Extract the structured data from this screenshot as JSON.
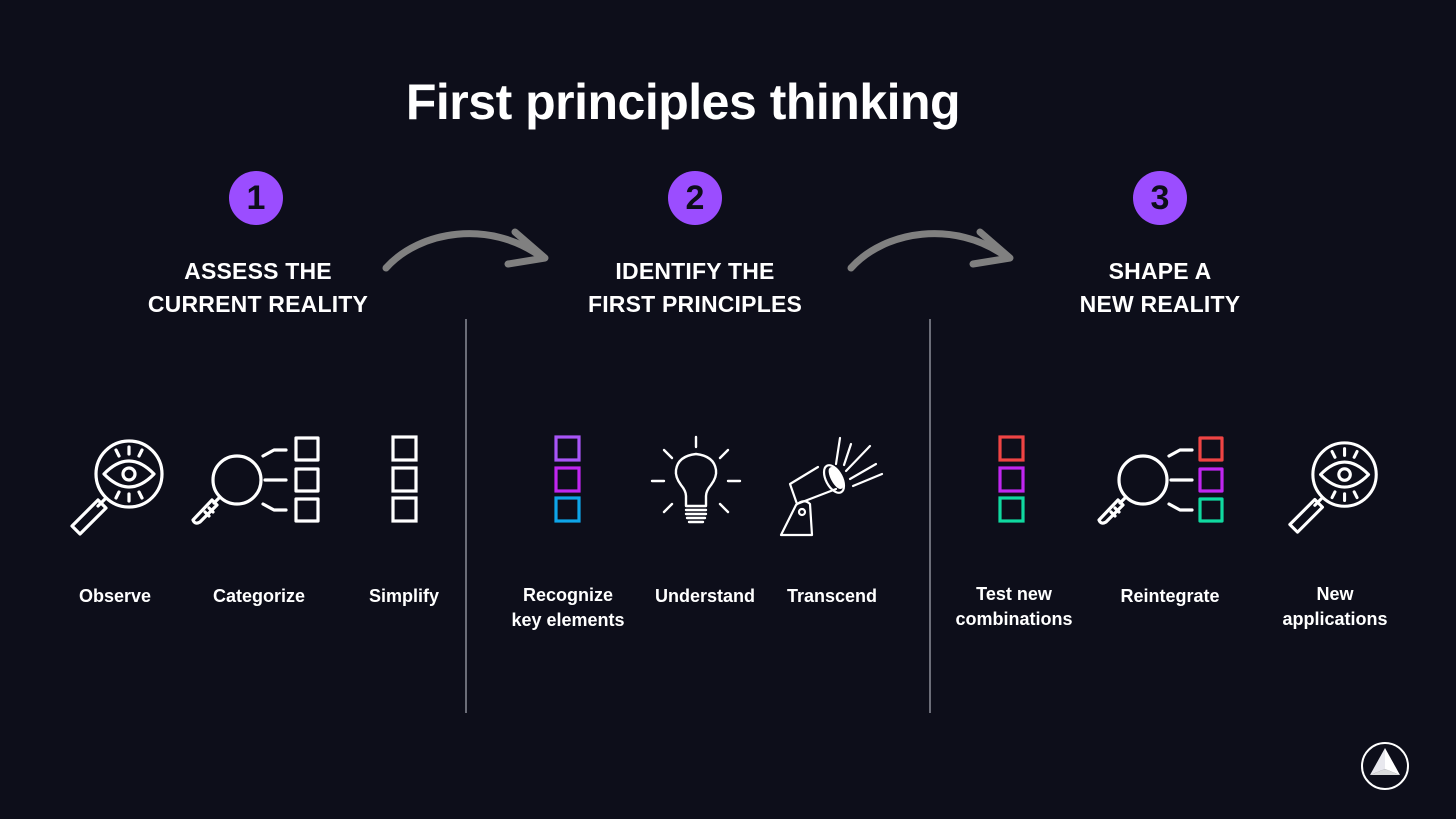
{
  "title": "First principles thinking",
  "colors": {
    "background": "#0d0e1a",
    "badge": "#9b4dff",
    "arrow": "#808080",
    "divider": "#6b6d78",
    "purple_square": "#a855f7",
    "magenta_square": "#c026f0",
    "blue_square": "#0ea5e9",
    "red_square": "#ef4444",
    "teal_square": "#10d9a0"
  },
  "steps": [
    {
      "number": "1",
      "title_line1": "ASSESS THE",
      "title_line2": "CURRENT REALITY",
      "items": [
        {
          "icon": "eye-magnifier-icon",
          "label_line1": "Observe",
          "label_line2": ""
        },
        {
          "icon": "magnifier-categories-icon",
          "label_line1": "Categorize",
          "label_line2": ""
        },
        {
          "icon": "stacked-squares-icon",
          "label_line1": "Simplify",
          "label_line2": ""
        }
      ]
    },
    {
      "number": "2",
      "title_line1": "IDENTIFY THE",
      "title_line2": "FIRST PRINCIPLES",
      "items": [
        {
          "icon": "colored-squares-icon",
          "label_line1": "Recognize",
          "label_line2": "key elements"
        },
        {
          "icon": "lightbulb-icon",
          "label_line1": "Understand",
          "label_line2": ""
        },
        {
          "icon": "spotlight-icon",
          "label_line1": "Transcend",
          "label_line2": ""
        }
      ]
    },
    {
      "number": "3",
      "title_line1": "SHAPE A",
      "title_line2": "NEW REALITY",
      "items": [
        {
          "icon": "colored-squares-icon",
          "label_line1": "Test new",
          "label_line2": "combinations"
        },
        {
          "icon": "magnifier-categories-colored-icon",
          "label_line1": "Reintegrate",
          "label_line2": ""
        },
        {
          "icon": "eye-magnifier-icon",
          "label_line1": "New",
          "label_line2": "applications"
        }
      ]
    }
  ],
  "logo": "triangle-circle-logo"
}
